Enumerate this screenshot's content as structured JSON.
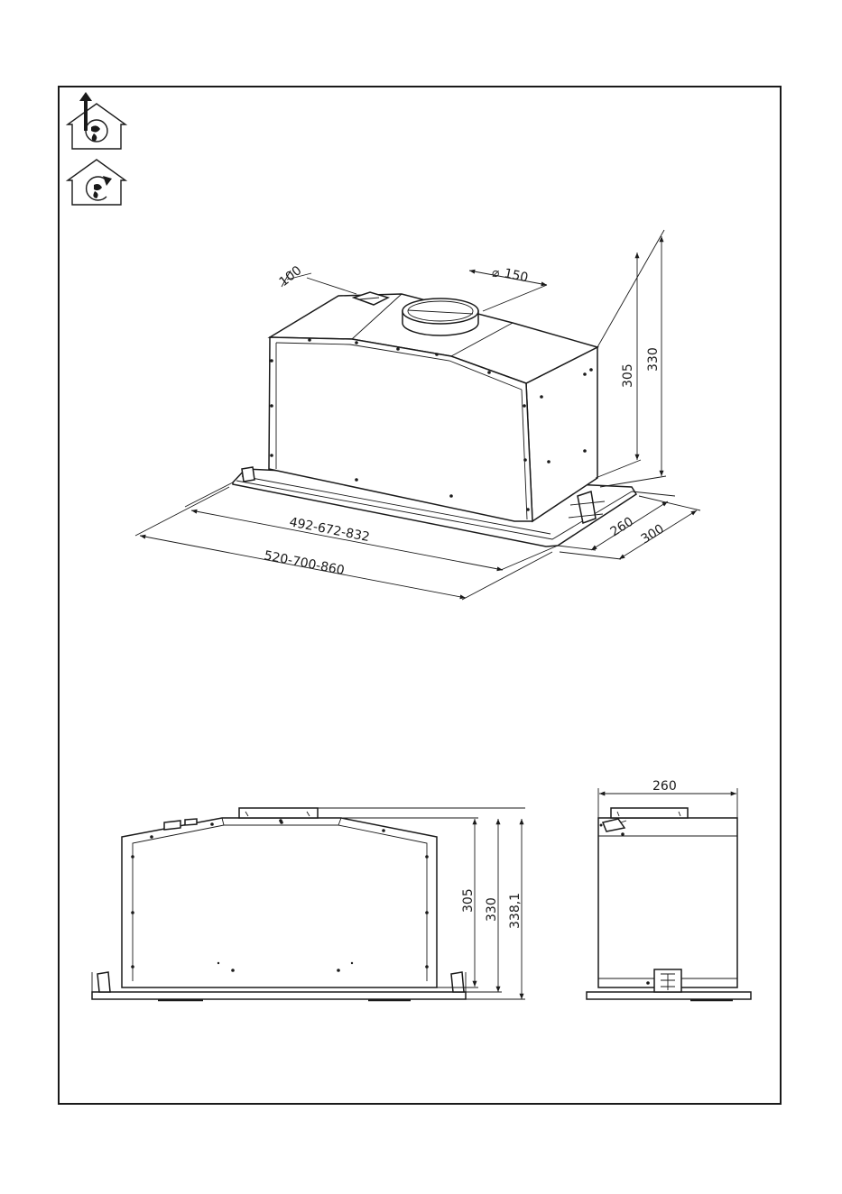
{
  "icons": {
    "ducted": "ducted-extraction-icon",
    "recirculation": "recirculation-icon"
  },
  "iso": {
    "dim_duct_offset": "100",
    "dim_duct_diameter": "150",
    "dim_height_body": "305",
    "dim_height_total": "330",
    "dim_width_inner": "492-672-832",
    "dim_width_outer": "520-700-860",
    "dim_depth_inner": "260",
    "dim_depth_outer": "300"
  },
  "front": {
    "dim_height_body": "305",
    "dim_height_total": "330",
    "dim_height_overall": "338,1"
  },
  "side": {
    "dim_depth": "260"
  }
}
